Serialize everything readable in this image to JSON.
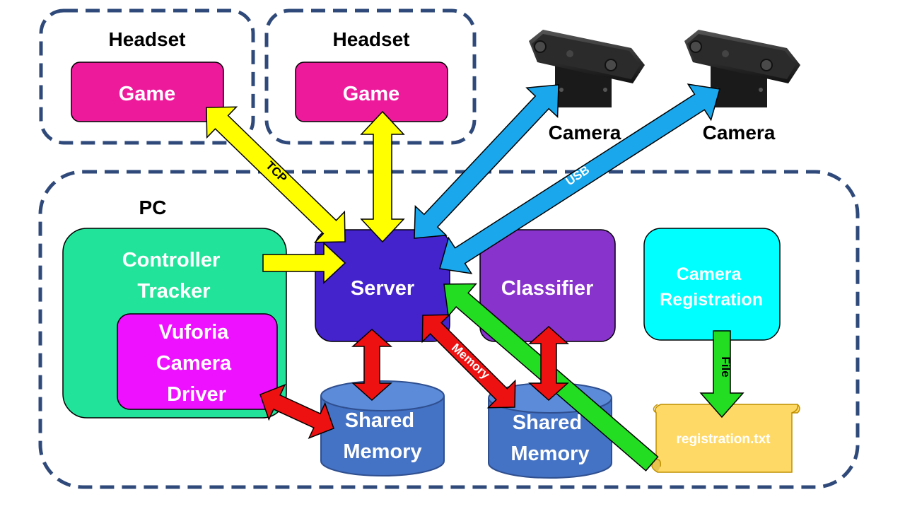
{
  "headsets": [
    {
      "title": "Headset",
      "app": "Game"
    },
    {
      "title": "Headset",
      "app": "Game"
    }
  ],
  "cameras": [
    {
      "label": "Camera"
    },
    {
      "label": "Camera"
    }
  ],
  "pc": {
    "title": "PC",
    "controller_tracker": "Controller Tracker",
    "controller_tracker_lines": [
      "Controller",
      "Tracker"
    ],
    "vuforia_lines": [
      "Vuforia",
      "Camera",
      "Driver"
    ],
    "server": "Server",
    "classifier": "Classifier",
    "camera_registration_lines": [
      "Camera",
      "Registration"
    ],
    "shared_memory_lines": [
      "Shared",
      "Memory"
    ],
    "registration_file": "registration.txt"
  },
  "connections": {
    "tcp": "TCP",
    "usb": "USB",
    "memory": "Memory",
    "file": "File"
  },
  "colors": {
    "dash_border": "#2F4A7A",
    "game": "#EE1A9C",
    "controller": "#22E39A",
    "vuforia": "#EE11FF",
    "server": "#4422CC",
    "classifier": "#8833CC",
    "registration": "#00FFFF",
    "shared_memory": "#4472C4",
    "file_scroll": "#FFD966",
    "arrow_tcp": "#FFFF00",
    "arrow_usb": "#1AA7EC",
    "arrow_memory": "#EE1111",
    "arrow_file": "#22DD22"
  }
}
